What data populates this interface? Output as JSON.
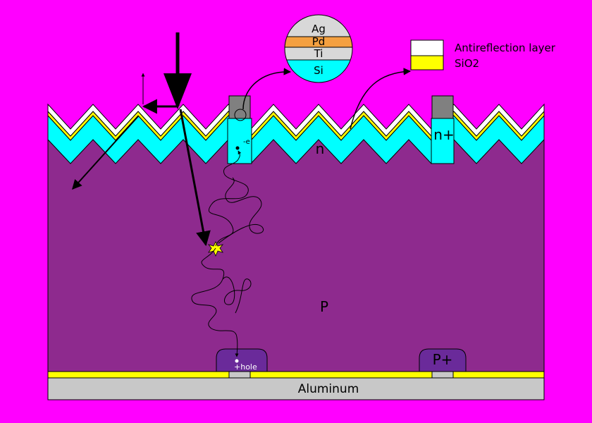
{
  "legend": {
    "antireflection": "Antireflection layer",
    "sio2": "SiO2"
  },
  "contact_stack": [
    "Ag",
    "Pd",
    "Ti",
    "Si"
  ],
  "regions": {
    "n": "n",
    "n_plus": "n+",
    "p": "P",
    "p_plus": "P+",
    "aluminum": "Aluminum"
  },
  "carriers": {
    "electron": "-e",
    "hole": "+hole"
  },
  "colors": {
    "background": "#ff00ff",
    "p_substrate": "#8e2a8e",
    "n_layer": "#00ffff",
    "sio2": "#ffff00",
    "antireflection": "#ffffff",
    "metal_contact": "#808080",
    "p_plus_region": "#6a2a9a",
    "pd": "#f4a040",
    "aluminum": "#c8c8c8"
  }
}
